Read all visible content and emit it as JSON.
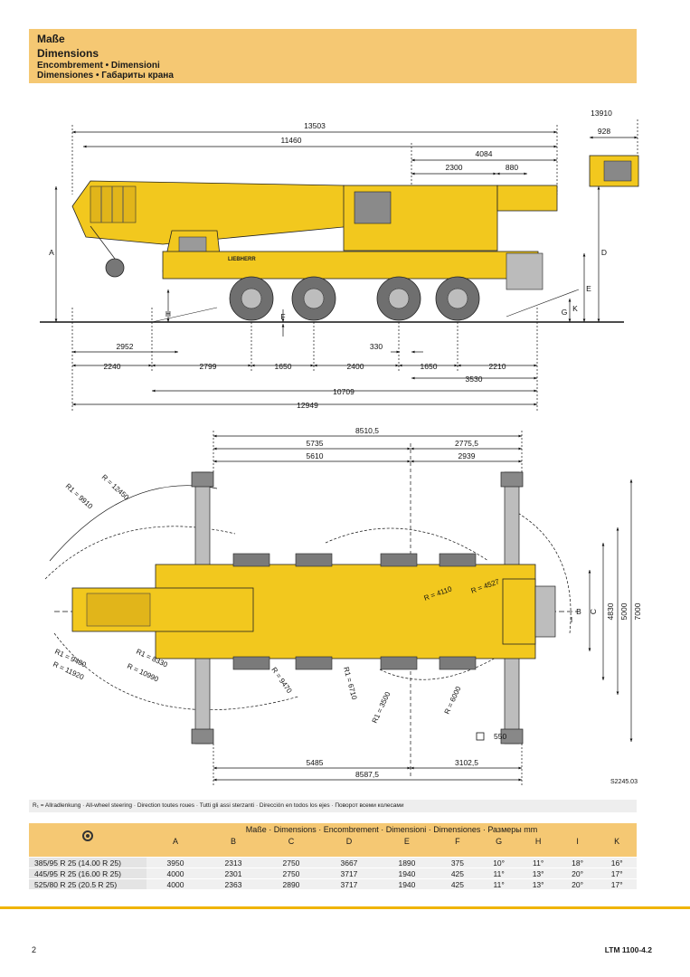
{
  "header": {
    "title_de": "Maße",
    "title_en": "Dimensions",
    "subtitle1": "Encombrement • Dimensioni",
    "subtitle2": "Dimensiones • Габариты крана"
  },
  "side_view": {
    "dims": {
      "d13503": "13503",
      "d11460": "11460",
      "d4084": "4084",
      "d2300": "2300",
      "d880": "880",
      "d13910": "13910",
      "d928": "928",
      "d2952": "2952",
      "d330": "330",
      "d2240": "2240",
      "d2799": "2799",
      "d1650a": "1650",
      "d2400": "2400",
      "d1650b": "1650",
      "d2210": "2210",
      "d3530": "3530",
      "d10709": "10709",
      "d12949": "12949"
    },
    "letters": {
      "A": "A",
      "D": "D",
      "E": "E",
      "H": "H",
      "F": "F",
      "G": "G",
      "K": "K"
    },
    "brand": "LIEBHERR"
  },
  "top_view": {
    "dims": {
      "d8510": "8510,5",
      "d5735": "5735",
      "d2775": "2775,5",
      "d5610": "5610",
      "d2939": "2939",
      "d5485": "5485",
      "d3102": "3102,5",
      "d8587": "8587,5",
      "d550": "550",
      "d4830": "4830",
      "d5000": "5000",
      "d7000": "7000"
    },
    "letters": {
      "B": "B",
      "C": "C",
      "I": "I"
    },
    "radii": {
      "r12450": "R = 12450",
      "r1_9910": "R1 = 9910",
      "r1_9480": "R1 = 9480",
      "r11920": "R = 11920",
      "r1_8330": "R1 = 8330",
      "r10990": "R = 10990",
      "r9470": "R = 9470",
      "r1_6710": "R1 = 6710",
      "r1_3500": "R1 = 3500",
      "r6000": "R = 6000",
      "r4110": "R = 4110",
      "r4527": "R = 4527"
    },
    "drawing_code": "S2245.03"
  },
  "legend": {
    "text": "R₁ =  Allradlenkung · All-wheel steering · Direction toutes roues · Tutti gli assi sterzanti · Dirección en todos los ejes · Поворот всеми колесами"
  },
  "table": {
    "caption": "Maße · Dimensions · Encombrement · Dimensioni · Dimensiones · Размеры mm",
    "columns": [
      "A",
      "B",
      "C",
      "D",
      "E",
      "F",
      "G",
      "H",
      "I",
      "K"
    ],
    "rows": [
      {
        "tyre": "385/95 R 25 (14.00 R 25)",
        "values": [
          "3950",
          "2313",
          "2750",
          "3667",
          "1890",
          "375",
          "10°",
          "11°",
          "18°",
          "16°"
        ]
      },
      {
        "tyre": "445/95 R 25 (16.00 R 25)",
        "values": [
          "4000",
          "2301",
          "2750",
          "3717",
          "1940",
          "425",
          "11°",
          "13°",
          "20°",
          "17°"
        ]
      },
      {
        "tyre": "525/80 R 25 (20.5   R 25)",
        "values": [
          "4000",
          "2363",
          "2890",
          "3717",
          "1940",
          "425",
          "11°",
          "13°",
          "20°",
          "17°"
        ]
      }
    ]
  },
  "footer": {
    "page": "2",
    "model": "LTM 1100-4.2"
  },
  "colors": {
    "accent": "#f5c873",
    "crane_yellow": "#f2c81e",
    "rule": "#f0b400"
  }
}
